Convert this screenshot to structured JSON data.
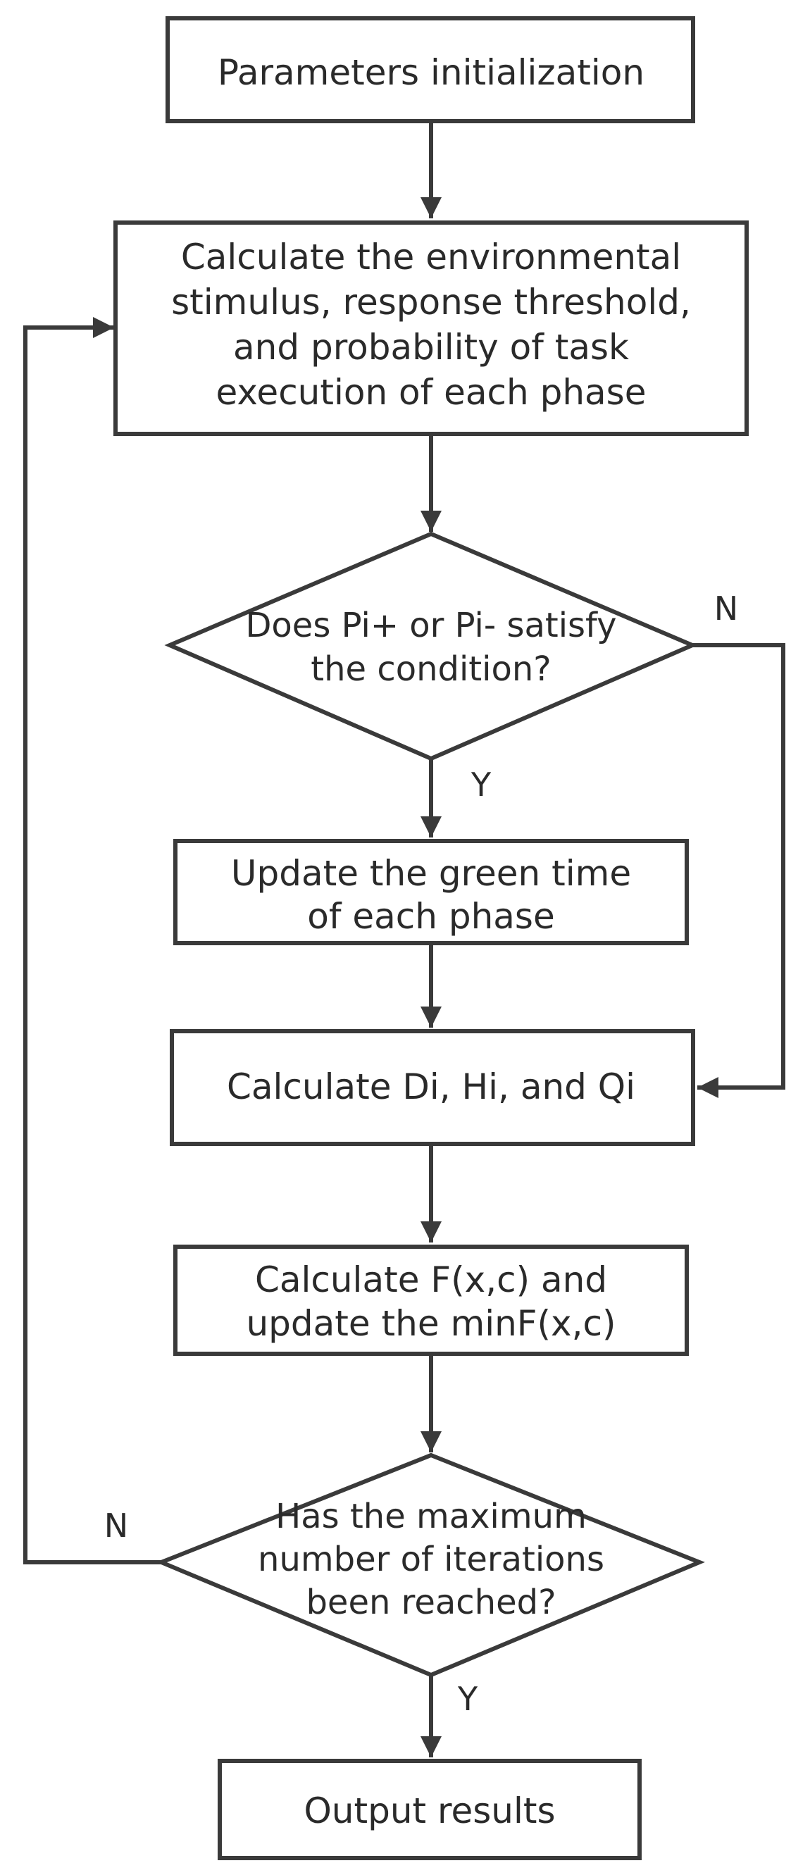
{
  "nodes": {
    "init": {
      "lines": [
        "Parameters initialization"
      ]
    },
    "calc_stimulus": {
      "lines": [
        "Calculate the environmental",
        "stimulus, response threshold,",
        "and probability of task",
        "execution of each phase"
      ]
    },
    "decision_pi": {
      "lines": [
        "Does Pi+ or Pi- satisfy",
        "the condition?"
      ]
    },
    "update_green": {
      "lines": [
        "Update the green time",
        "of each phase"
      ]
    },
    "calc_dhq": {
      "lines": [
        "Calculate Di, Hi, and Qi"
      ]
    },
    "calc_f": {
      "lines": [
        "Calculate F(x,c) and",
        "update the minF(x,c)"
      ]
    },
    "decision_iter": {
      "lines": [
        "Has the maximum",
        "number of iterations",
        "been reached?"
      ]
    },
    "output": {
      "lines": [
        "Output results"
      ]
    }
  },
  "edge_labels": {
    "pi_no": "N",
    "pi_yes": "Y",
    "iter_no": "N",
    "iter_yes": "Y"
  }
}
